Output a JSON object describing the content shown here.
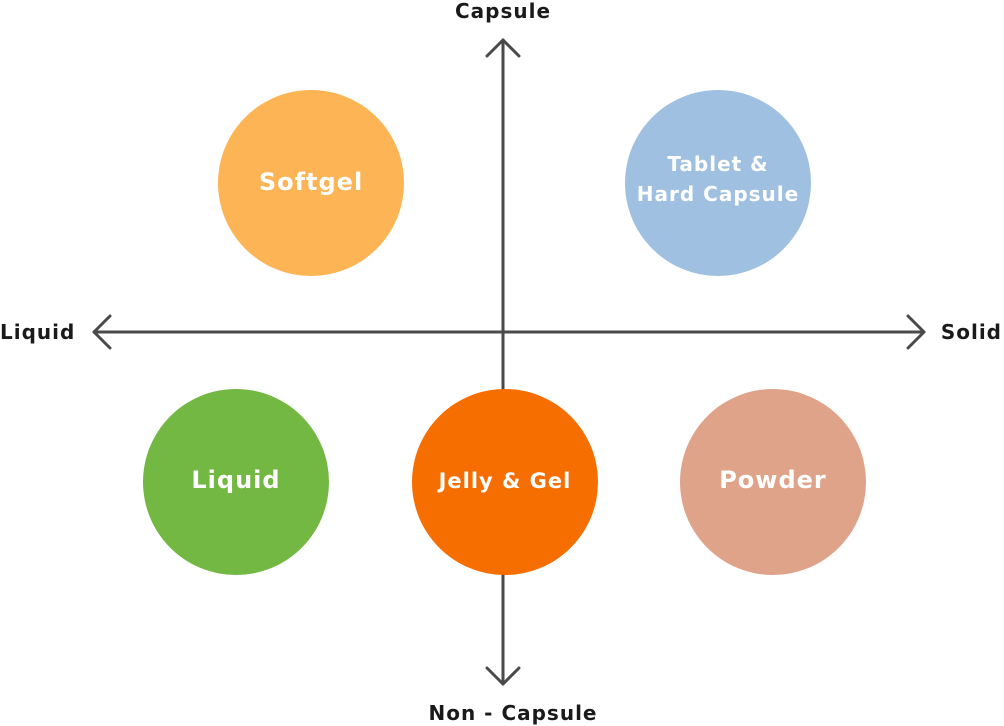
{
  "axes": {
    "top_label": "Capsule",
    "bottom_label": "Non - Capsule",
    "left_label": "Liquid",
    "right_label": "Solid"
  },
  "categories": [
    {
      "id": "softgel",
      "lines": [
        "Softgel"
      ],
      "color": "#fdb455"
    },
    {
      "id": "tablet",
      "lines": [
        "Tablet &",
        "Hard Capsule"
      ],
      "color": "#9fc0e0"
    },
    {
      "id": "liquid",
      "lines": [
        "Liquid"
      ],
      "color": "#72b843"
    },
    {
      "id": "jelly",
      "lines": [
        "Jelly & Gel"
      ],
      "color": "#f66d00"
    },
    {
      "id": "powder",
      "lines": [
        "Powder"
      ],
      "color": "#dfa389"
    }
  ]
}
